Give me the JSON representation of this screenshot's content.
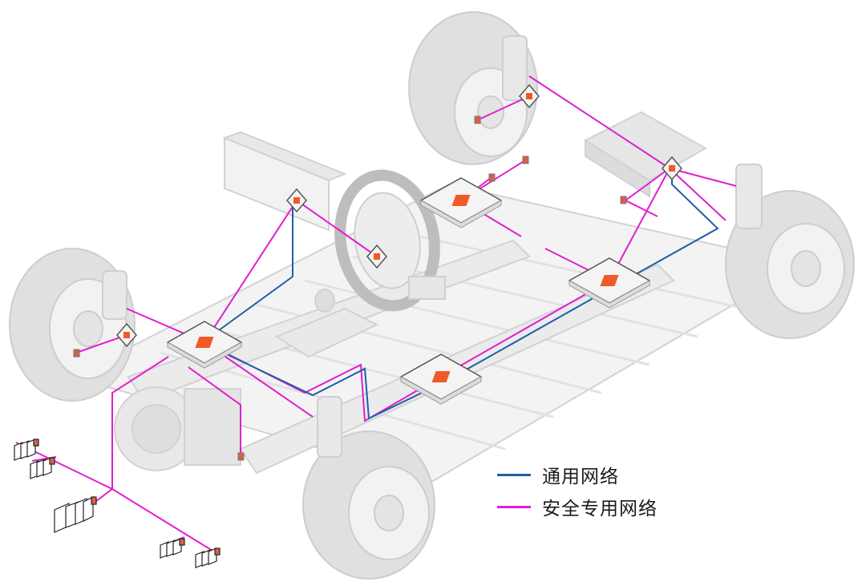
{
  "legend": {
    "general": {
      "label": "通用网络",
      "color": "#1f5fa8"
    },
    "safety": {
      "label": "安全专用网络",
      "color": "#e01fcf"
    }
  },
  "palette": {
    "body": "#e4e4e4",
    "body_stroke": "#cfcfcf",
    "node_fill": "#f4f4f4",
    "node_stroke": "#555555",
    "chip": "#f05a28",
    "sensor": "#d95f4a"
  },
  "nodes": [
    {
      "id": "zone-front-left",
      "kind": "zone-controller"
    },
    {
      "id": "central-compute",
      "kind": "zone-controller"
    },
    {
      "id": "zone-rear-left",
      "kind": "zone-controller"
    },
    {
      "id": "zone-rear-right",
      "kind": "zone-controller"
    },
    {
      "id": "zone-front-right",
      "kind": "zone-controller"
    }
  ]
}
